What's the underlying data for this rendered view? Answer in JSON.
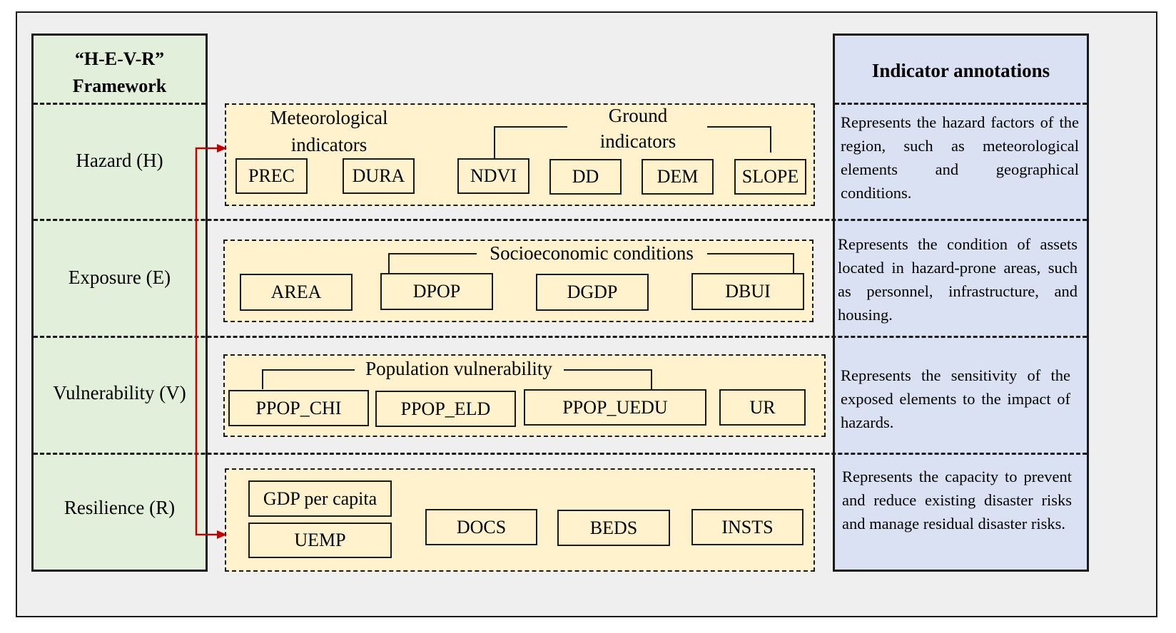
{
  "framework": {
    "title_line1": "“H-E-V-R”",
    "title_line2": "Framework"
  },
  "annotations_header": "Indicator annotations",
  "rows": [
    {
      "label": "Hazard (H)",
      "annotation": "Represents the hazard factors of the region, such as meteorological elements and geographical conditions."
    },
    {
      "label": "Exposure (E)",
      "annotation": "Represents the condition of assets located in hazard-prone areas, such as personnel, infrastructure, and housing."
    },
    {
      "label": "Vulnerability (V)",
      "annotation": "Represents the sensitivity of the exposed elements to the impact of hazards."
    },
    {
      "label": "Resilience (R)",
      "annotation": "Represents the capacity to prevent and reduce existing disaster risks and manage residual disaster risks."
    }
  ],
  "hazard": {
    "meteo_group": "Meteorological indicators",
    "ground_group": "Ground indicators",
    "indicators": [
      "PREC",
      "DURA",
      "NDVI",
      "DD",
      "DEM",
      "SLOPE"
    ]
  },
  "exposure": {
    "group": "Socioeconomic conditions",
    "indicators": [
      "AREA",
      "DPOP",
      "DGDP",
      "DBUI"
    ]
  },
  "vulnerability": {
    "group": "Population vulnerability",
    "indicators": [
      "PPOP_CHI",
      "PPOP_ELD",
      "PPOP_UEDU",
      "UR"
    ]
  },
  "resilience": {
    "indicators": [
      "GDP per capita",
      "UEMP",
      "DOCS",
      "BEDS",
      "INSTS"
    ]
  },
  "colors": {
    "framework_bg": "#e2efda",
    "annotation_bg": "#d9e1f2",
    "panel_bg": "#fff2cc",
    "outer_bg": "#efefef",
    "arrow": "#c00000"
  }
}
